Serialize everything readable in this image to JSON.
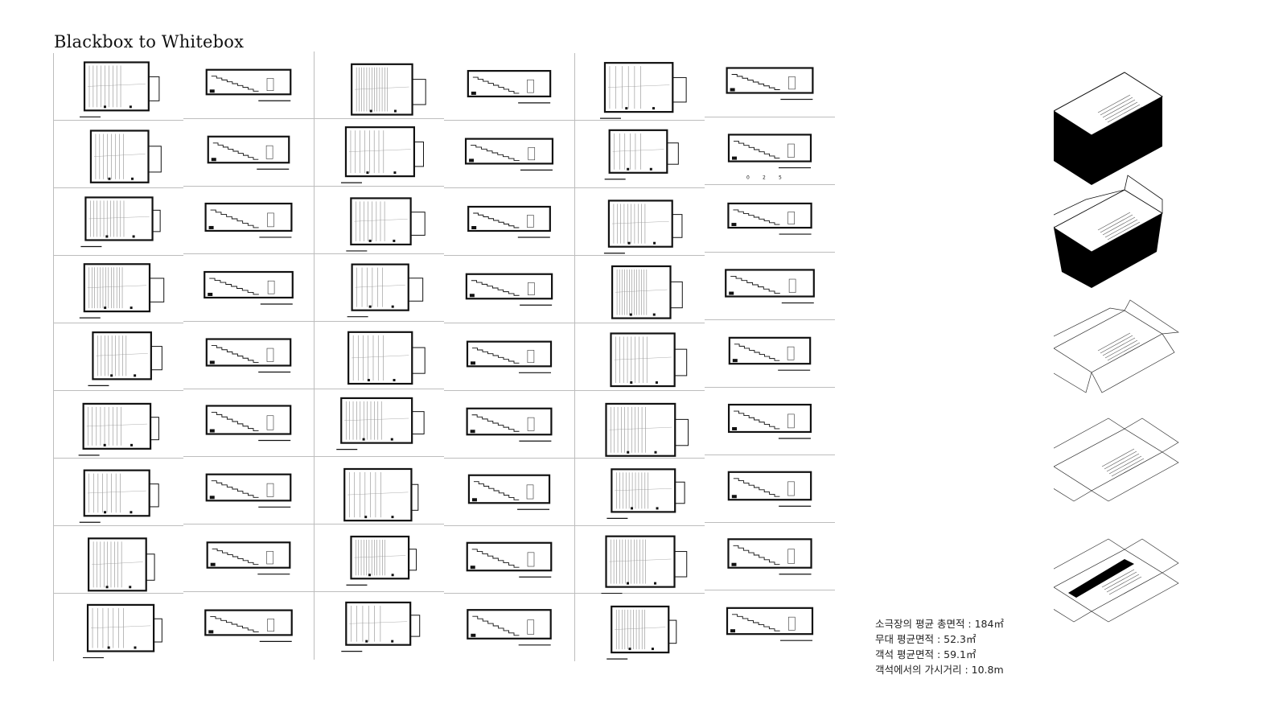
{
  "title": "Blackbox to Whitebox",
  "stats": [
    "소극장의 평균 총면적 : 184㎡",
    "무대 평균면적 : 52.3㎡",
    "객석 평균면적 : 59.1㎡",
    "객석에서의 가시거리 : 10.8m"
  ],
  "scale_labels": [
    "0",
    "2",
    "5"
  ],
  "isometric_steps": [
    {
      "state": "closed-black-box"
    },
    {
      "state": "opening-black-box"
    },
    {
      "state": "unfolded-white-box"
    },
    {
      "state": "flat-unfolded"
    },
    {
      "state": "flat-with-black-seating"
    }
  ],
  "colors": {
    "ink": "#111111",
    "grid": "#bdbdbd",
    "fill": "#000000"
  }
}
